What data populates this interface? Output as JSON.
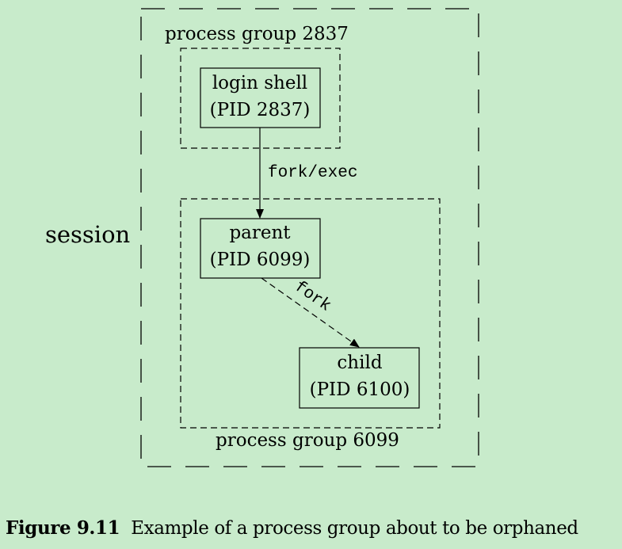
{
  "diagram": {
    "session_label": "session",
    "process_group_top": "process group 2837",
    "process_group_bottom": "process group 6099",
    "login_shell": {
      "line1": "login shell",
      "line2": "(PID 2837)"
    },
    "parent": {
      "line1": "parent",
      "line2": "(PID 6099)"
    },
    "child": {
      "line1": "child",
      "line2": "(PID 6100)"
    },
    "edge_fork_exec": "fork/exec",
    "edge_fork": "fork"
  },
  "caption": {
    "figure_number": "Figure 9.11",
    "text": "Example of a process group about to be orphaned"
  }
}
